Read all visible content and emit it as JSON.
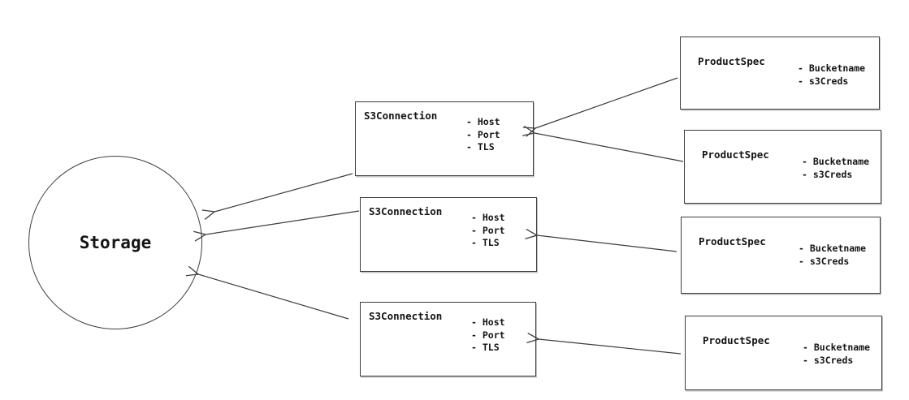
{
  "diagram": {
    "background_color": "#ffffff",
    "line_color": "#3d3d3d",
    "text_color": "#141414",
    "storage": {
      "label": "Storage"
    },
    "s3_connections": [
      {
        "title": "S3Connection",
        "attributes": [
          "- Host",
          "- Port",
          "- TLS"
        ]
      },
      {
        "title": "S3Connection",
        "attributes": [
          "- Host",
          "- Port",
          "- TLS"
        ]
      },
      {
        "title": "S3Connection",
        "attributes": [
          "- Host",
          "- Port",
          "- TLS"
        ]
      }
    ],
    "product_specs": [
      {
        "title": "ProductSpec",
        "attributes": [
          "- Bucketname",
          "- s3Creds"
        ]
      },
      {
        "title": "ProductSpec",
        "attributes": [
          "- Bucketname",
          "- s3Creds"
        ]
      },
      {
        "title": "ProductSpec",
        "attributes": [
          "- Bucketname",
          "- s3Creds"
        ]
      },
      {
        "title": "ProductSpec",
        "attributes": [
          "- Bucketname",
          "- s3Creds"
        ]
      }
    ],
    "edges": [
      {
        "from": "product-spec-1",
        "to": "s3-connection-1"
      },
      {
        "from": "product-spec-2",
        "to": "s3-connection-1"
      },
      {
        "from": "product-spec-3",
        "to": "s3-connection-2"
      },
      {
        "from": "product-spec-4",
        "to": "s3-connection-3"
      },
      {
        "from": "s3-connection-1",
        "to": "storage"
      },
      {
        "from": "s3-connection-2",
        "to": "storage"
      },
      {
        "from": "s3-connection-3",
        "to": "storage"
      }
    ]
  }
}
